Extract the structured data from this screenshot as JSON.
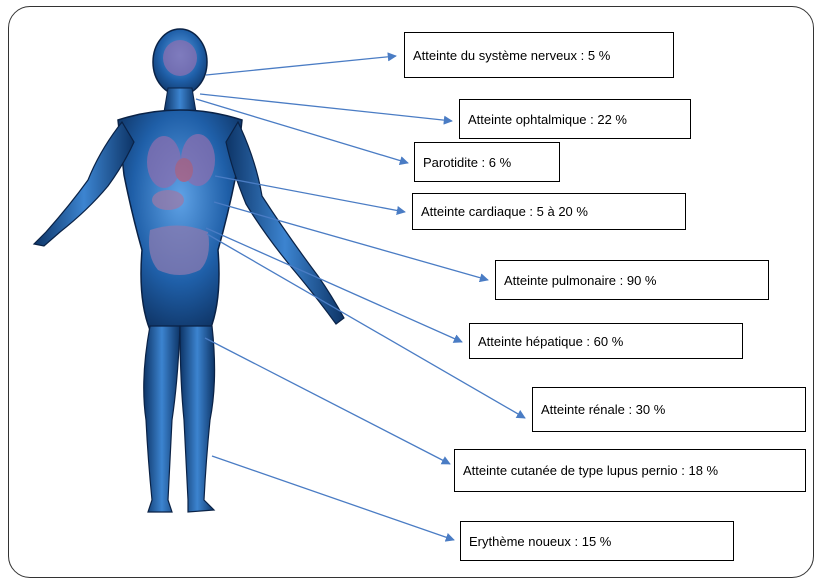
{
  "diagram": {
    "labels": {
      "nerveux": "Atteinte du système nerveux : 5 %",
      "ophtalmique": "Atteinte ophtalmique : 22 %",
      "parotidite": "Parotidite : 6 %",
      "cardiaque": "Atteinte cardiaque : 5 à 20 %",
      "pulmonaire": "Atteinte pulmonaire : 90 %",
      "hepatique": "Atteinte hépatique : 60 %",
      "renale": "Atteinte rénale : 30 %",
      "cutanee": "Atteinte cutanée de type lupus pernio : 18 %",
      "erytheme": "Erythème noueux : 15 %"
    },
    "colors": {
      "connector": "#4a7cc4",
      "body": "#1f5fa8",
      "body_dark": "#0b2a55",
      "organs": "#8a6fb0"
    }
  }
}
